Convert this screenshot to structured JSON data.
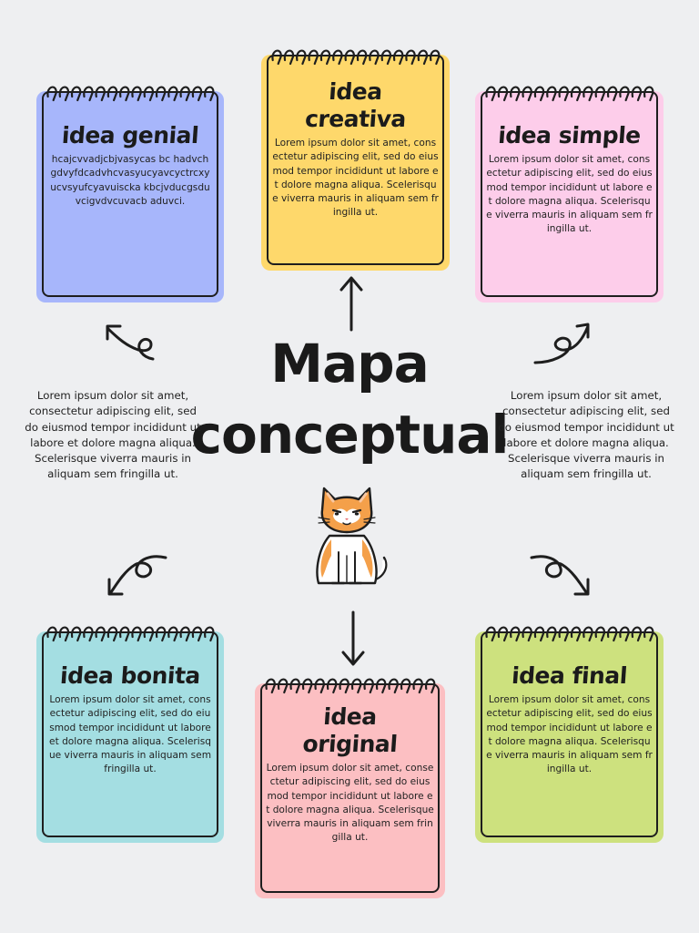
{
  "title": {
    "line1": "Mapa",
    "line2": "conceptual"
  },
  "notes": {
    "genial": {
      "title_1": "idea genial",
      "title_2": "",
      "body": "hcajcvvadjcbjvasycas bc hadvchgdvyfdcadvhcvasyucyavcyctrcxyucvsyufcyavuiscka kbcjvducgsduvcigvdvcuvacb aduvci.",
      "color": "#a7b6fb"
    },
    "creativa": {
      "title_1": "idea",
      "title_2": "creativa",
      "body": "Lorem ipsum dolor sit amet, consectetur adipiscing elit, sed do eiusmod tempor incididunt ut labore et dolore magna aliqua. Scelerisque viverra mauris in aliquam sem fringilla ut.",
      "color": "#fed86b"
    },
    "simple": {
      "title_1": "idea simple",
      "title_2": "",
      "body": "Lorem ipsum dolor sit amet, consectetur adipiscing elit, sed do eiusmod tempor incididunt ut labore et dolore magna aliqua. Scelerisque viverra mauris in aliquam sem fringilla ut.",
      "color": "#fdcdea"
    },
    "bonita": {
      "title_1": "idea bonita",
      "title_2": "",
      "body": "Lorem ipsum dolor sit amet, consectetur adipiscing elit, sed do eiusmod tempor incididunt ut labore et dolore magna aliqua. Scelerisque viverra mauris in aliquam sem fringilla ut.",
      "color": "#a4dee2"
    },
    "original": {
      "title_1": "idea",
      "title_2": "original",
      "body": "Lorem ipsum dolor sit amet, consectetur adipiscing elit, sed do eiusmod tempor incididunt ut labore et dolore magna aliqua. Scelerisque viverra mauris in aliquam sem fringilla ut.",
      "color": "#fcbfc2"
    },
    "final": {
      "title_1": "idea final",
      "title_2": "",
      "body": "Lorem ipsum dolor sit amet, consectetur adipiscing elit, sed do eiusmod tempor incididunt ut labore et dolore magna aliqua. Scelerisque viverra mauris in aliquam sem fringilla ut.",
      "color": "#cde17e"
    }
  },
  "side_text": {
    "left": "Lorem ipsum dolor sit amet, consectetur adipiscing elit, sed do eiusmod tempor incididunt ut labore et dolore magna aliqua. Scelerisque viverra mauris in aliquam sem fringilla ut.",
    "right": "Lorem ipsum dolor sit amet, consectetur adipiscing elit, sed do eiusmod tempor incididunt ut labore et dolore magna aliqua. Scelerisque viverra mauris in aliquam sem fringilla ut."
  },
  "icons": {
    "arrows": [
      "arrow-up-icon",
      "arrow-down-icon",
      "curly-arrow-top-left-icon",
      "curly-arrow-top-right-icon",
      "curly-arrow-bottom-left-icon",
      "curly-arrow-bottom-right-icon"
    ],
    "mascot": "cat-icon",
    "note_binding": "spiral-rings-icon"
  }
}
